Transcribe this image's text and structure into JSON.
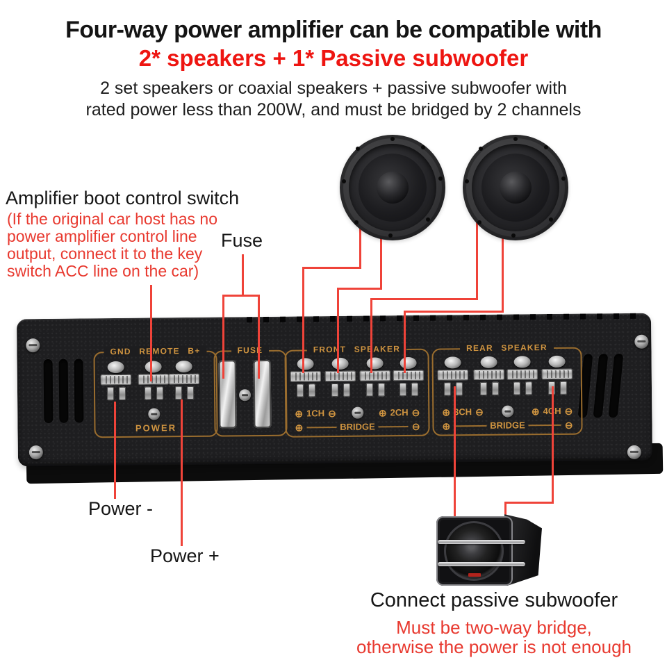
{
  "header": {
    "title": "Four-way power amplifier can be compatible with",
    "subtitle": "2* speakers + 1* Passive subwoofer",
    "description_line1": "2 set speakers or coaxial speakers + passive subwoofer with",
    "description_line2": "rated power less than 200W, and must be bridged by 2 channels"
  },
  "annotations": {
    "boot_switch_title": "Amplifier boot control switch",
    "boot_switch_note_line1": "(If the original car host has no",
    "boot_switch_note_line2": "power amplifier control line",
    "boot_switch_note_line3": "output, connect it to the key",
    "boot_switch_note_line4": "switch ACC line on the car)",
    "fuse_label": "Fuse",
    "power_minus_label": "Power -",
    "power_plus_label": "Power +",
    "subwoofer_title": "Connect passive subwoofer",
    "subwoofer_note_line1": "Must be two-way bridge,",
    "subwoofer_note_line2": "otherwise the power is not enough"
  },
  "amplifier": {
    "power_section_label": "GND REMOTE B+",
    "fuse_section_label": "FUSE",
    "front_section_label": "FRONT SPEAKER",
    "rear_section_label": "REAR SPEAKER",
    "power_label": "POWER",
    "bridge_label": "BRIDGE",
    "channel_1": "1CH",
    "channel_2": "2CH",
    "channel_3": "3CH",
    "channel_4": "4CH",
    "plus_symbol": "⊕",
    "minus_symbol": "⊖"
  },
  "colors": {
    "accent_red": "#ee1511",
    "note_red": "#e8392f",
    "wire_red": "#ef4339",
    "panel_gold": "#cf9440",
    "amp_body": "#1e1e20"
  }
}
